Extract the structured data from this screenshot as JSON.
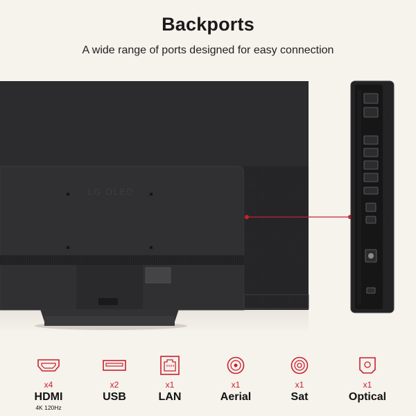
{
  "header": {
    "title": "Backports",
    "subtitle": "A wide range of ports designed for easy connection"
  },
  "tv": {
    "logo_text": "LG OLED"
  },
  "colors": {
    "background": "#f6f2ec",
    "accent": "#c8202f",
    "tv_body": "#2b2b2d"
  },
  "ports": [
    {
      "icon": "hdmi-icon",
      "count": "x4",
      "name": "HDMI",
      "sub": "4K 120Hz"
    },
    {
      "icon": "usb-icon",
      "count": "x2",
      "name": "USB",
      "sub": ""
    },
    {
      "icon": "lan-icon",
      "count": "x1",
      "name": "LAN",
      "sub": ""
    },
    {
      "icon": "aerial-icon",
      "count": "x1",
      "name": "Aerial",
      "sub": ""
    },
    {
      "icon": "sat-icon",
      "count": "x1",
      "name": "Sat",
      "sub": ""
    },
    {
      "icon": "optical-icon",
      "count": "x1",
      "name": "Optical",
      "sub": ""
    }
  ]
}
